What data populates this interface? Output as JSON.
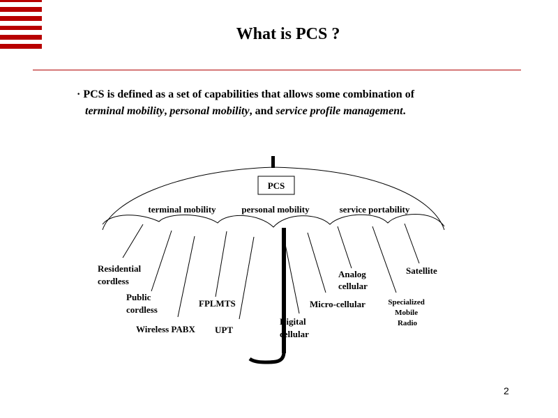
{
  "slide": {
    "title": "What is PCS ?",
    "bullet": {
      "marker": "·",
      "line1": "PCS is defined as a set of capabilities that allows some combination of",
      "term1": "terminal mobility",
      "sep1": ", ",
      "term2": "personal mobility",
      "sep2": ", and ",
      "term3": "service profile management",
      "end": "."
    },
    "page_number": "2",
    "accent_color": "#b80000"
  },
  "diagram": {
    "root_label": "PCS",
    "categories": [
      "terminal mobility",
      "personal mobility",
      "service portability"
    ],
    "items": [
      {
        "lines": [
          "Residential",
          "cordless"
        ]
      },
      {
        "lines": [
          "Public",
          "cordless"
        ]
      },
      {
        "lines": [
          "Wireless PABX"
        ]
      },
      {
        "lines": [
          "FPLMTS"
        ]
      },
      {
        "lines": [
          "UPT"
        ]
      },
      {
        "lines": [
          "Digital",
          "cellular"
        ]
      },
      {
        "lines": [
          "Micro-cellular"
        ]
      },
      {
        "lines": [
          "Analog",
          "cellular"
        ]
      },
      {
        "lines": [
          "Specialized",
          "Mobile",
          "Radio"
        ]
      },
      {
        "lines": [
          "Satellite"
        ]
      }
    ]
  }
}
